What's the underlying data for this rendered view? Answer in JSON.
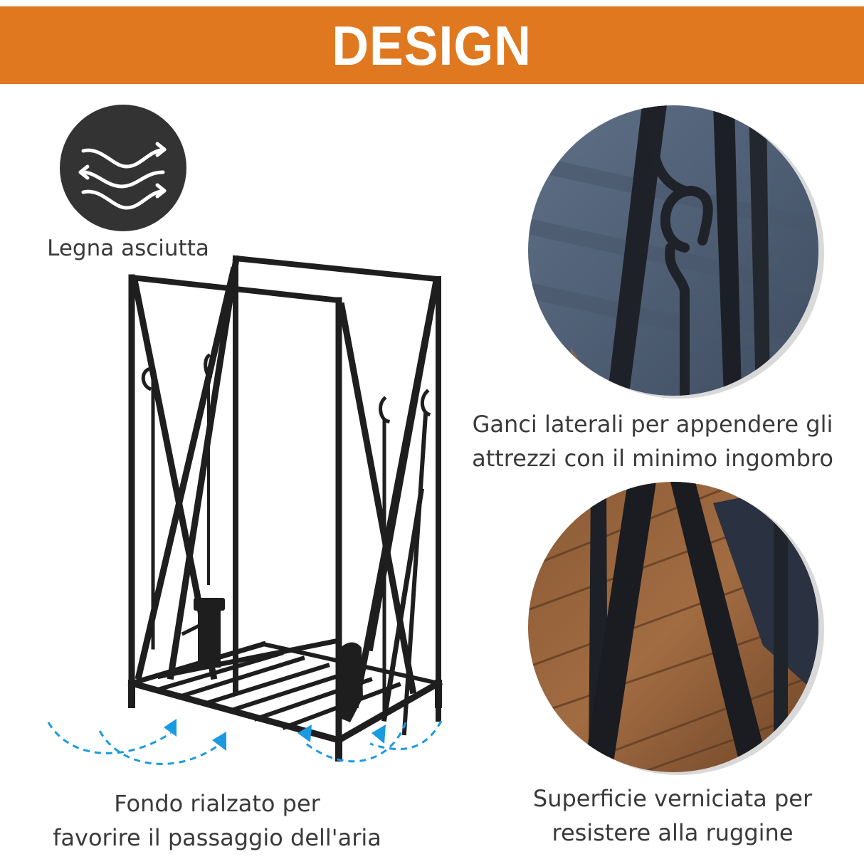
{
  "banner": {
    "title": "DESIGN",
    "background_color": "#E07820",
    "text_color": "#FFFFFF"
  },
  "features": [
    {
      "id": "dry-wood",
      "icon": "air-flow-waves-icon",
      "label": "Legna asciutta"
    },
    {
      "id": "side-hooks",
      "image": "hook-detail-photo",
      "line1": "Ganci laterali per appendere gli",
      "line2": "attrezzi con il minimo ingombro"
    },
    {
      "id": "raised-bottom",
      "image": "product-illustration-with-airflow-arrows",
      "line1": "Fondo rialzato per",
      "line2": "favorire il passaggio dell'aria"
    },
    {
      "id": "painted-surface",
      "image": "painted-frame-detail-photo",
      "line1": "Superficie verniciata per",
      "line2": "resistere alla ruggine"
    }
  ],
  "colors": {
    "text": "#3A3A3A",
    "icon_circle": "#333333",
    "airflow_arrows": "#1A9BE0",
    "frame": "#1E1E1E"
  }
}
